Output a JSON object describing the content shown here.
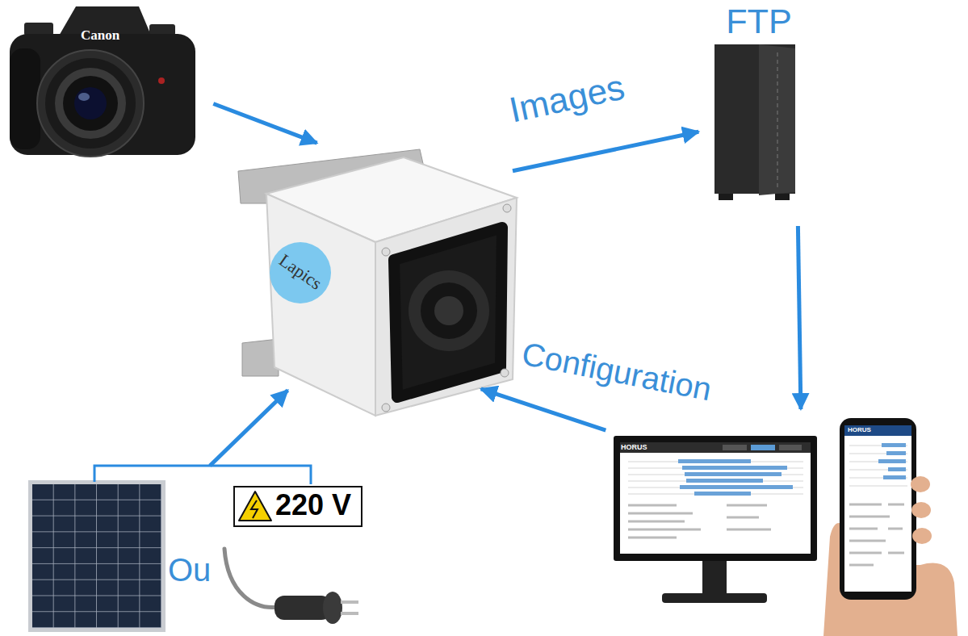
{
  "diagram": {
    "nodes": [
      {
        "text": [
          "Canon"
        ]
      },
      {
        "text": [
          "FTP"
        ]
      },
      {
        "text": [
          "Lapics"
        ]
      },
      {
        "text": [
          "HORUS",
          "HORUS"
        ]
      },
      {
        "text": [
          "220 V"
        ]
      }
    ],
    "edges": [
      {
        "from": 0,
        "to": 2,
        "arrow": "to"
      },
      {
        "from": 2,
        "to": 1,
        "label": "Images",
        "arrow": "to"
      },
      {
        "from": 1,
        "to": 3,
        "arrow": "to"
      },
      {
        "from": 3,
        "to": 2,
        "label": "Configuration",
        "arrow": "to"
      },
      {
        "from": 4,
        "to": 2,
        "arrow": "to"
      }
    ],
    "labels": [
      "Ou"
    ]
  }
}
